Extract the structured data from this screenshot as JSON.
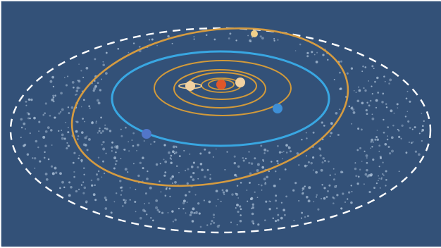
{
  "diagram": {
    "subject": "solar-system-orbits-with-debris-disk",
    "colors": {
      "background": "#335178",
      "outer_boundary": "#ffffff",
      "inner_orbit": "#d29a3a",
      "outer_orbit_gold": "#d59b40",
      "blue_orbit": "#39a7e2",
      "particle": "#a8bdd4",
      "sun": "#e0572a",
      "blue_planet": "#3e8fd6",
      "dark_blue_planet": "#5276c9",
      "gas_planet": "#f1d1a1",
      "small_planet": "#f0d08a"
    },
    "elements": [
      "outer-dashed-boundary",
      "orbit-ring-1",
      "orbit-ring-2",
      "orbit-ring-3",
      "orbit-ring-4",
      "orbit-ring-5",
      "blue-orbit-ring",
      "outer-gold-orbit-ring",
      "sun-icon",
      "planet-icon-gas-giant-left",
      "planet-icon-gas-giant-right",
      "planet-icon-blue-right",
      "planet-icon-blue-left",
      "planet-icon-small-top",
      "debris-dot-field"
    ]
  }
}
